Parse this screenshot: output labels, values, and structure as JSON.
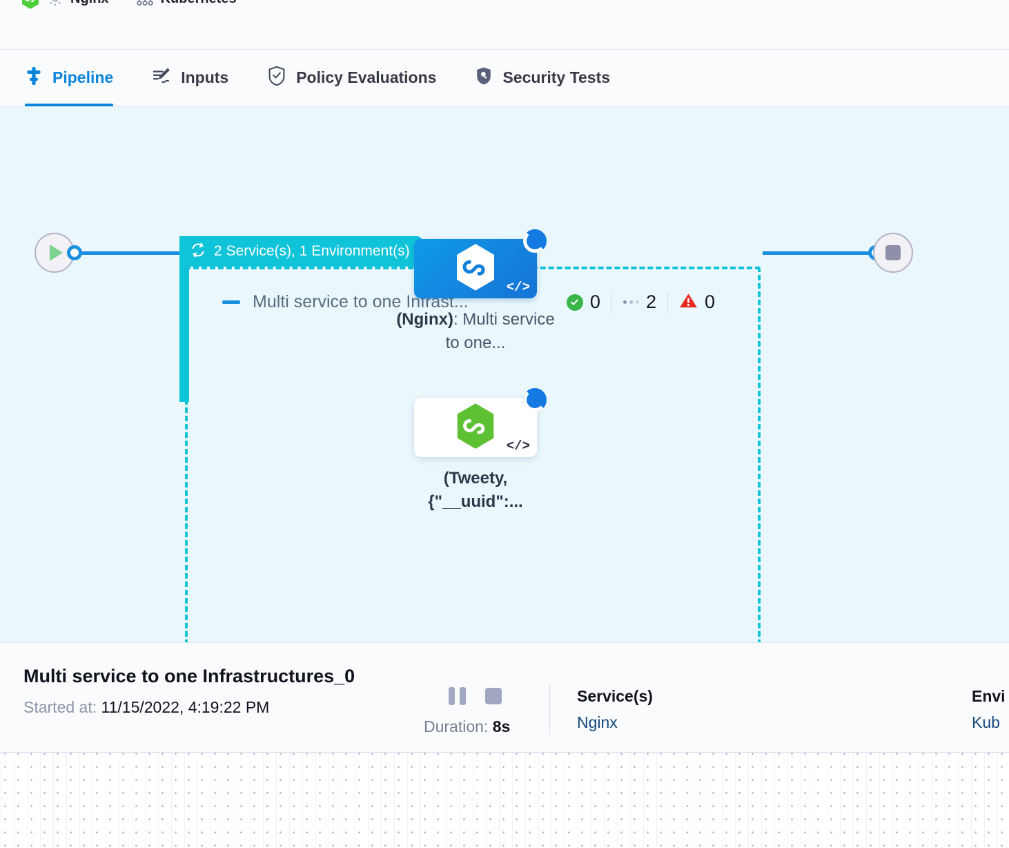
{
  "breadcrumb": {
    "items": [
      {
        "label": "Nginx",
        "icon": "gear-icon"
      },
      {
        "label": "Kubernetes",
        "icon": "kubernetes-icon"
      }
    ]
  },
  "tabs": [
    {
      "label": "Pipeline",
      "icon": "pipeline-icon",
      "active": true
    },
    {
      "label": "Inputs",
      "icon": "pencil-lines-icon",
      "active": false
    },
    {
      "label": "Policy Evaluations",
      "icon": "shield-check-icon",
      "active": false
    },
    {
      "label": "Security Tests",
      "icon": "shield-scan-icon",
      "active": false
    }
  ],
  "pipeline": {
    "group_badge": {
      "label": "2 Service(s), 1 Environment(s)",
      "icon": "loop-repeat-icon",
      "color": "#0fc3d8"
    },
    "stage": {
      "title": "Multi service to one Infrast...",
      "collapse_icon": "minus-icon",
      "counters": [
        {
          "icon": "check-circle-icon",
          "color": "#3ab54a",
          "value": "0"
        },
        {
          "icon": "dots-pending-icon",
          "color": "#8a93a6",
          "value": "2"
        },
        {
          "icon": "warning-triangle-icon",
          "color": "#e53935",
          "value": "0"
        }
      ]
    },
    "nodes": [
      {
        "label_bold": "(Nginx)",
        "label_rest": ": Multi service to one...",
        "card_style": "blue",
        "hex_icon": "harness-hexagon-icon",
        "hex_color": "#ffffff",
        "status_icon": "spinner-running-icon",
        "corner_icon": "code-brackets-icon"
      },
      {
        "label_bold": "(Tweety, {\"__uuid\":...",
        "label_rest": "",
        "card_style": "white",
        "hex_icon": "harness-hexagon-icon",
        "hex_color": "#5ec134",
        "status_icon": "spinner-running-icon",
        "corner_icon": "code-brackets-icon"
      }
    ],
    "start_node": {
      "icon": "play-icon",
      "color": "#7fd392"
    },
    "end_node": {
      "icon": "stop-square-icon",
      "color": "#8e8fa8"
    }
  },
  "detail": {
    "title": "Multi service to one Infrastructures_0",
    "started_key": "Started at:",
    "started_value": "11/15/2022, 4:19:22 PM",
    "pause_icon": "pause-icon",
    "stop_icon": "stop-icon",
    "duration_key": "Duration:",
    "duration_value": "8s",
    "meta": [
      {
        "key": "Service(s)",
        "value": "Nginx"
      },
      {
        "key": "Envi",
        "value": "Kub"
      }
    ]
  }
}
